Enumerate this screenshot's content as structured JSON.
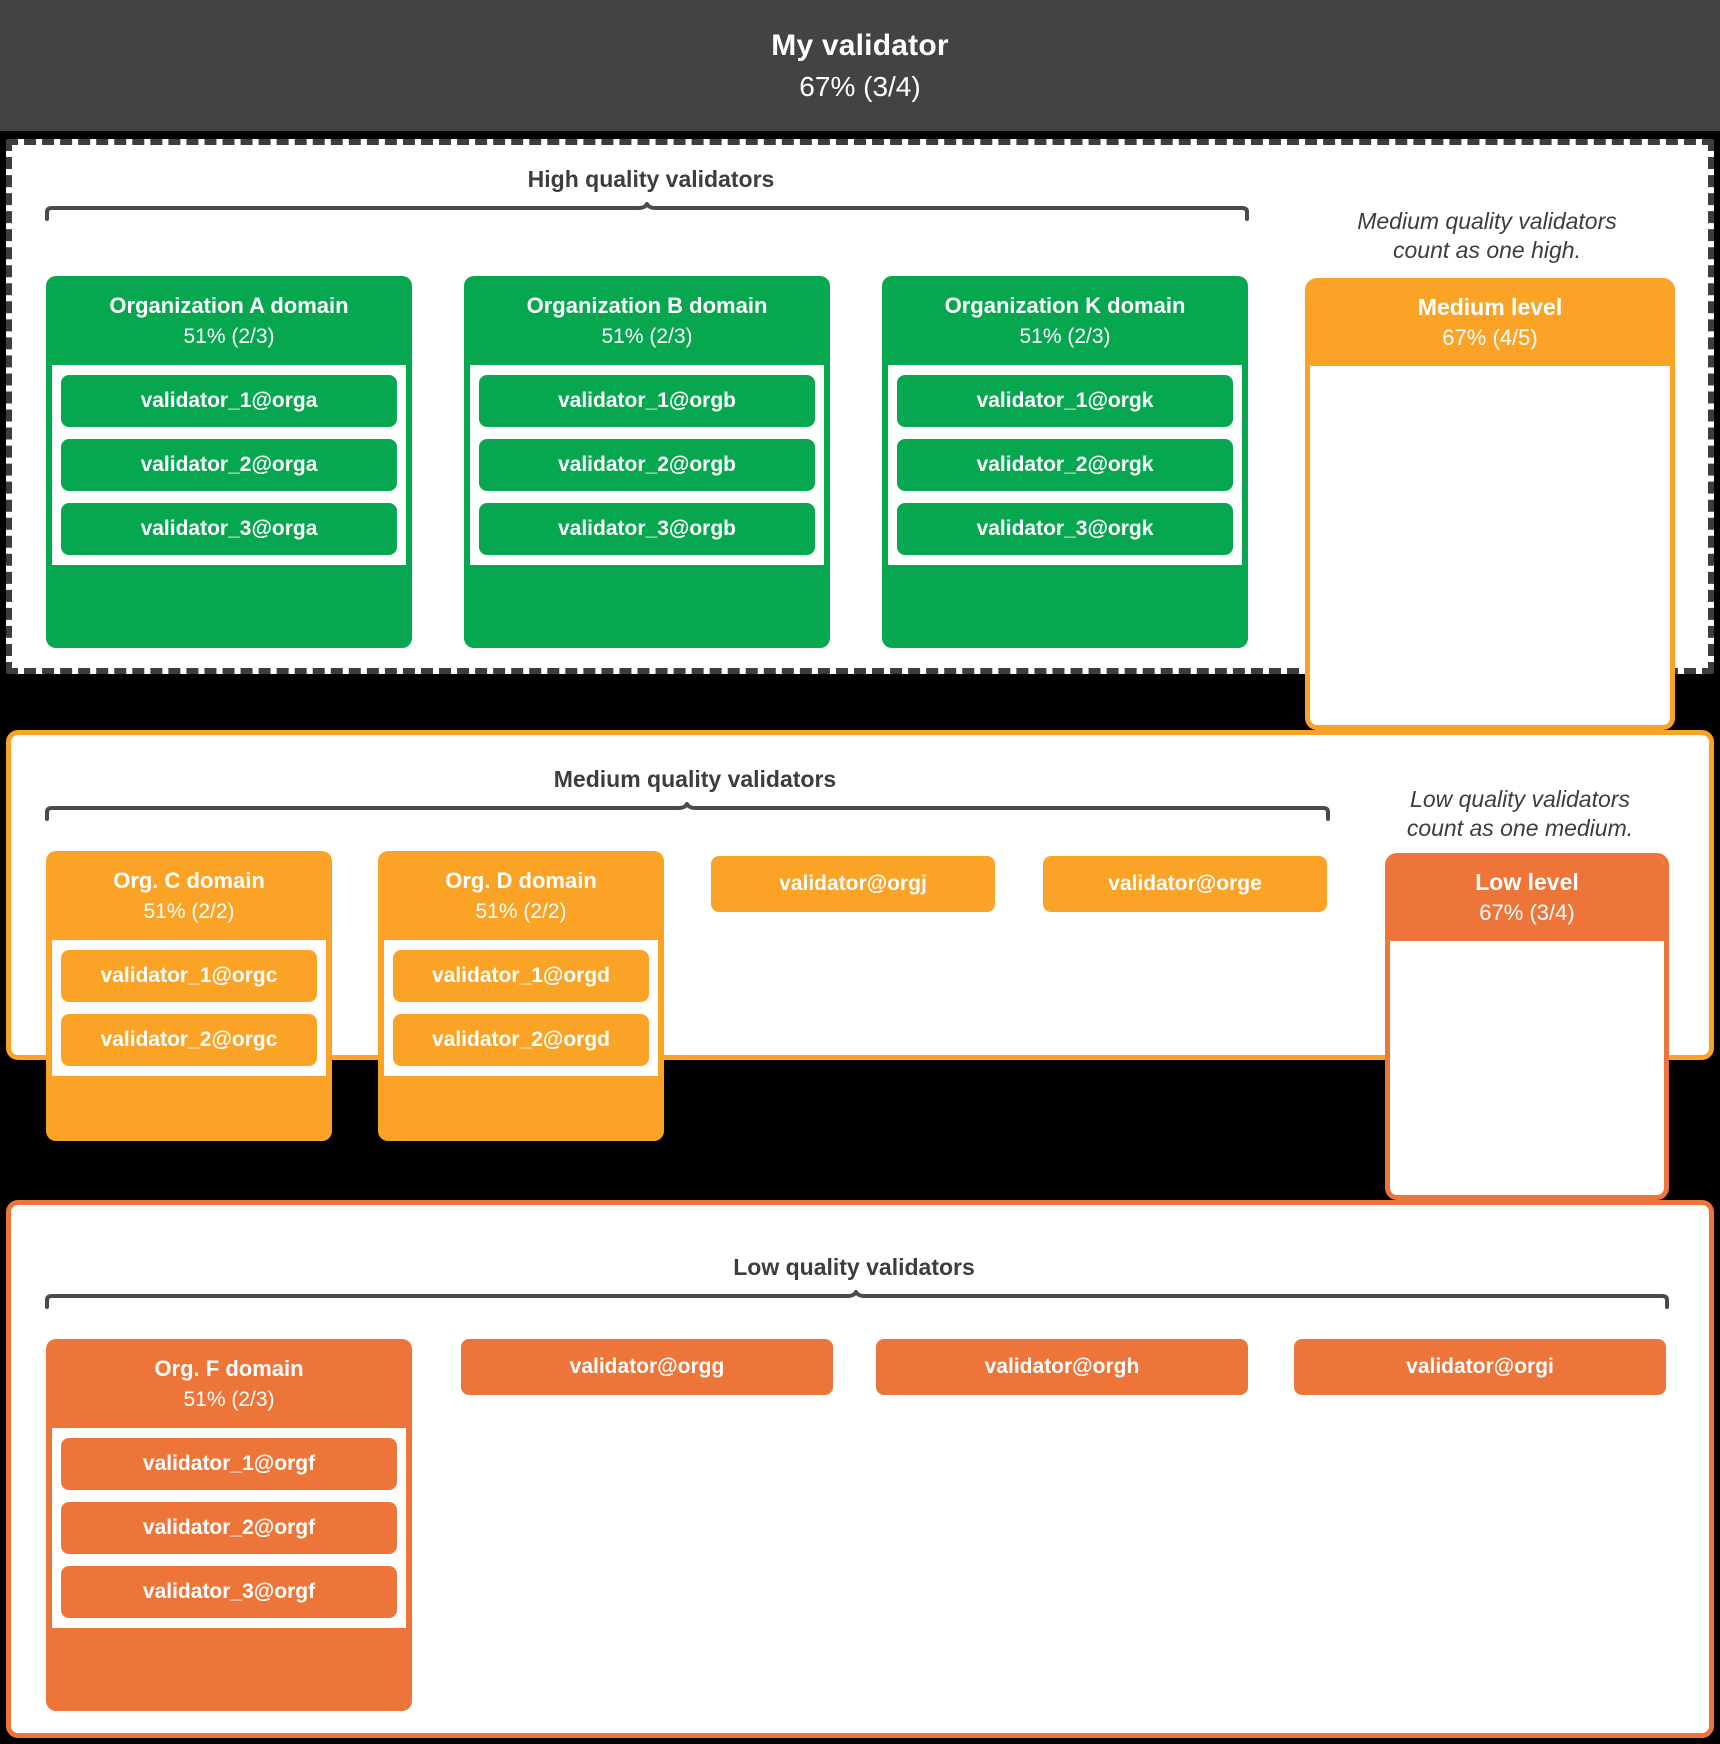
{
  "header": {
    "title": "My validator",
    "percent": "67% (3/4)"
  },
  "colors": {
    "high": "#07A750",
    "medium": "#FBA326",
    "low": "#ED7539",
    "header_bg": "#434343",
    "text_dark": "#3d3d3d"
  },
  "sections": {
    "high": {
      "brace_label": "High quality validators",
      "note": "Medium quality validators\ncount as one high.",
      "domains": [
        {
          "name": "Organization A domain",
          "percent": "51% (2/3)",
          "validators": [
            "validator_1@orga",
            "validator_2@orga",
            "validator_3@orga"
          ]
        },
        {
          "name": "Organization B domain",
          "percent": "51% (2/3)",
          "validators": [
            "validator_1@orgb",
            "validator_2@orgb",
            "validator_3@orgb"
          ]
        },
        {
          "name": "Organization K domain",
          "percent": "51% (2/3)",
          "validators": [
            "validator_1@orgk",
            "validator_2@orgk",
            "validator_3@orgk"
          ]
        }
      ],
      "standalone": []
    },
    "medium": {
      "brace_label": "Medium quality validators",
      "note": "Low quality validators\ncount as one medium.",
      "level_box": {
        "name": "Medium level",
        "percent": "67% (4/5)"
      },
      "domains": [
        {
          "name": "Org. C domain",
          "percent": "51% (2/2)",
          "validators": [
            "validator_1@orgc",
            "validator_2@orgc"
          ]
        },
        {
          "name": "Org. D domain",
          "percent": "51% (2/2)",
          "validators": [
            "validator_1@orgd",
            "validator_2@orgd"
          ]
        }
      ],
      "standalone": [
        "validator@orgj",
        "validator@orge"
      ]
    },
    "low": {
      "brace_label": "Low quality validators",
      "level_box": {
        "name": "Low level",
        "percent": "67% (3/4)"
      },
      "domains": [
        {
          "name": "Org. F domain",
          "percent": "51% (2/3)",
          "validators": [
            "validator_1@orgf",
            "validator_2@orgf",
            "validator_3@orgf"
          ]
        }
      ],
      "standalone": [
        "validator@orgg",
        "validator@orgh",
        "validator@orgi"
      ]
    }
  }
}
